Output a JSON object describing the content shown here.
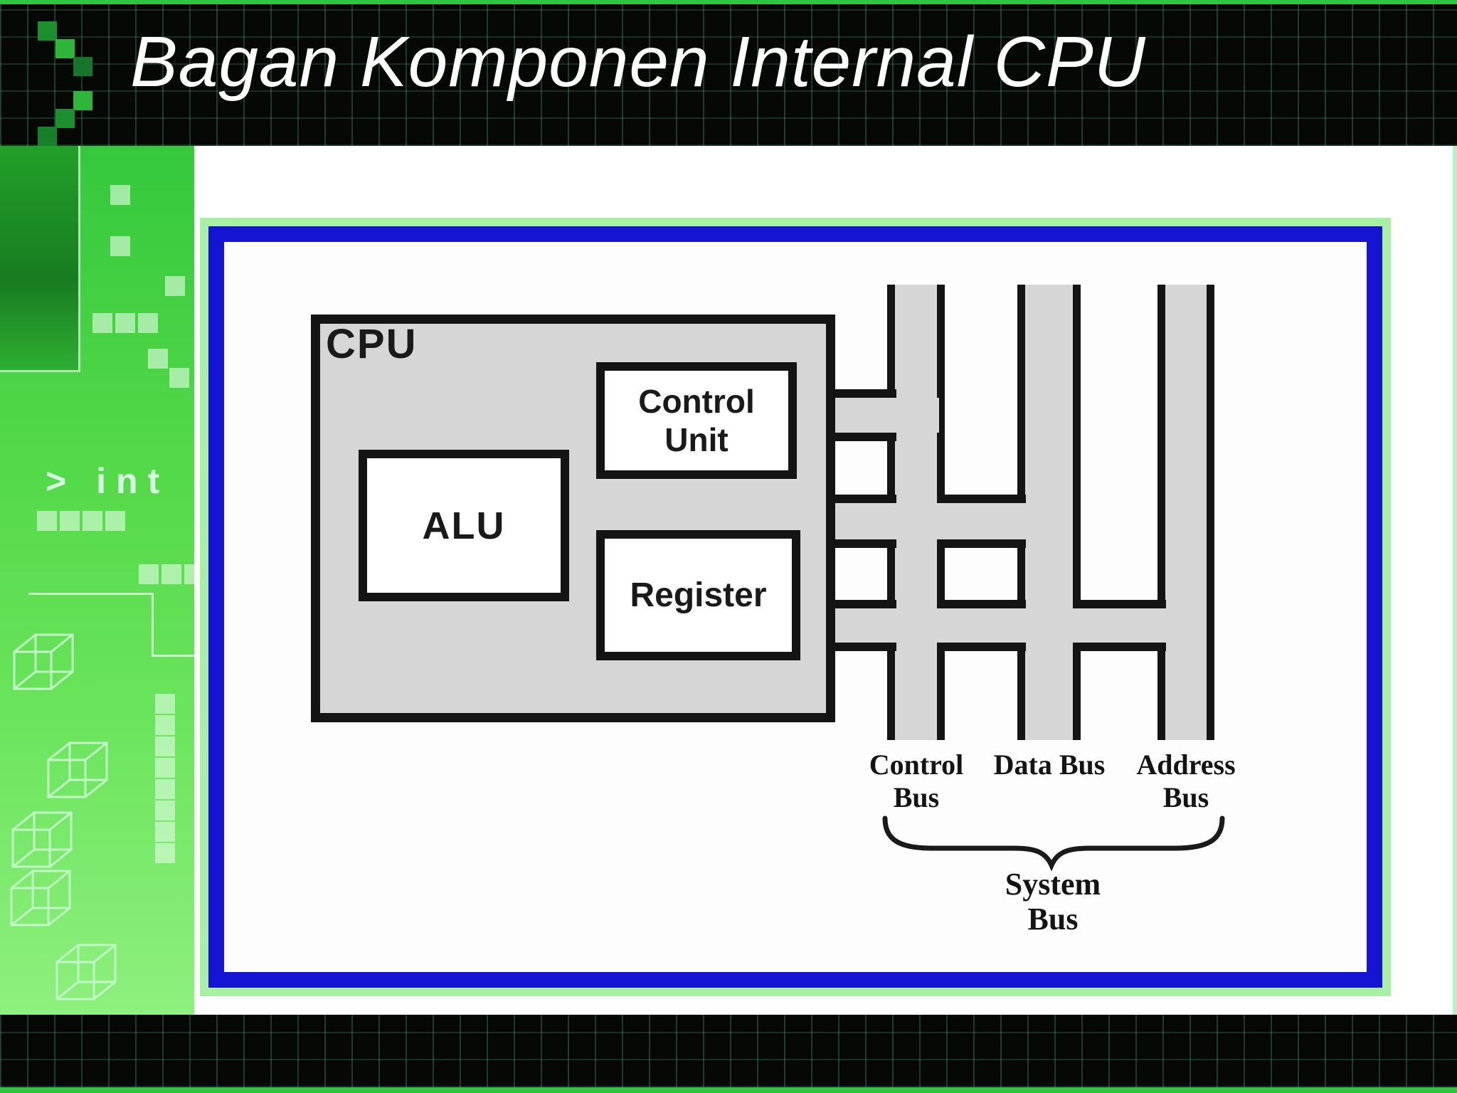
{
  "slide": {
    "title": "Bagan Komponen Internal CPU"
  },
  "sidebar": {
    "prompt": "> int"
  },
  "diagram": {
    "cpu_label": "CPU",
    "boxes": {
      "alu": "ALU",
      "control_unit": "Control Unit",
      "register": "Register"
    },
    "buses": [
      {
        "id": "control",
        "label": "Control Bus"
      },
      {
        "id": "data",
        "label": "Data Bus"
      },
      {
        "id": "address",
        "label": "Address Bus"
      }
    ],
    "system_bus_label": "System Bus"
  },
  "colors": {
    "accent-blue": "#1414d2",
    "frame-halo": "#a9efa4",
    "slide-green": "#2fc53f",
    "sidebar-green-dark": "#1d8c22",
    "sidebar-green": "#52d848",
    "sidebar-green-light": "#8ef07e",
    "diagram-gray": "#d6d6d6",
    "diagram-line": "#141414",
    "deco-light": "#c9f8d0"
  }
}
